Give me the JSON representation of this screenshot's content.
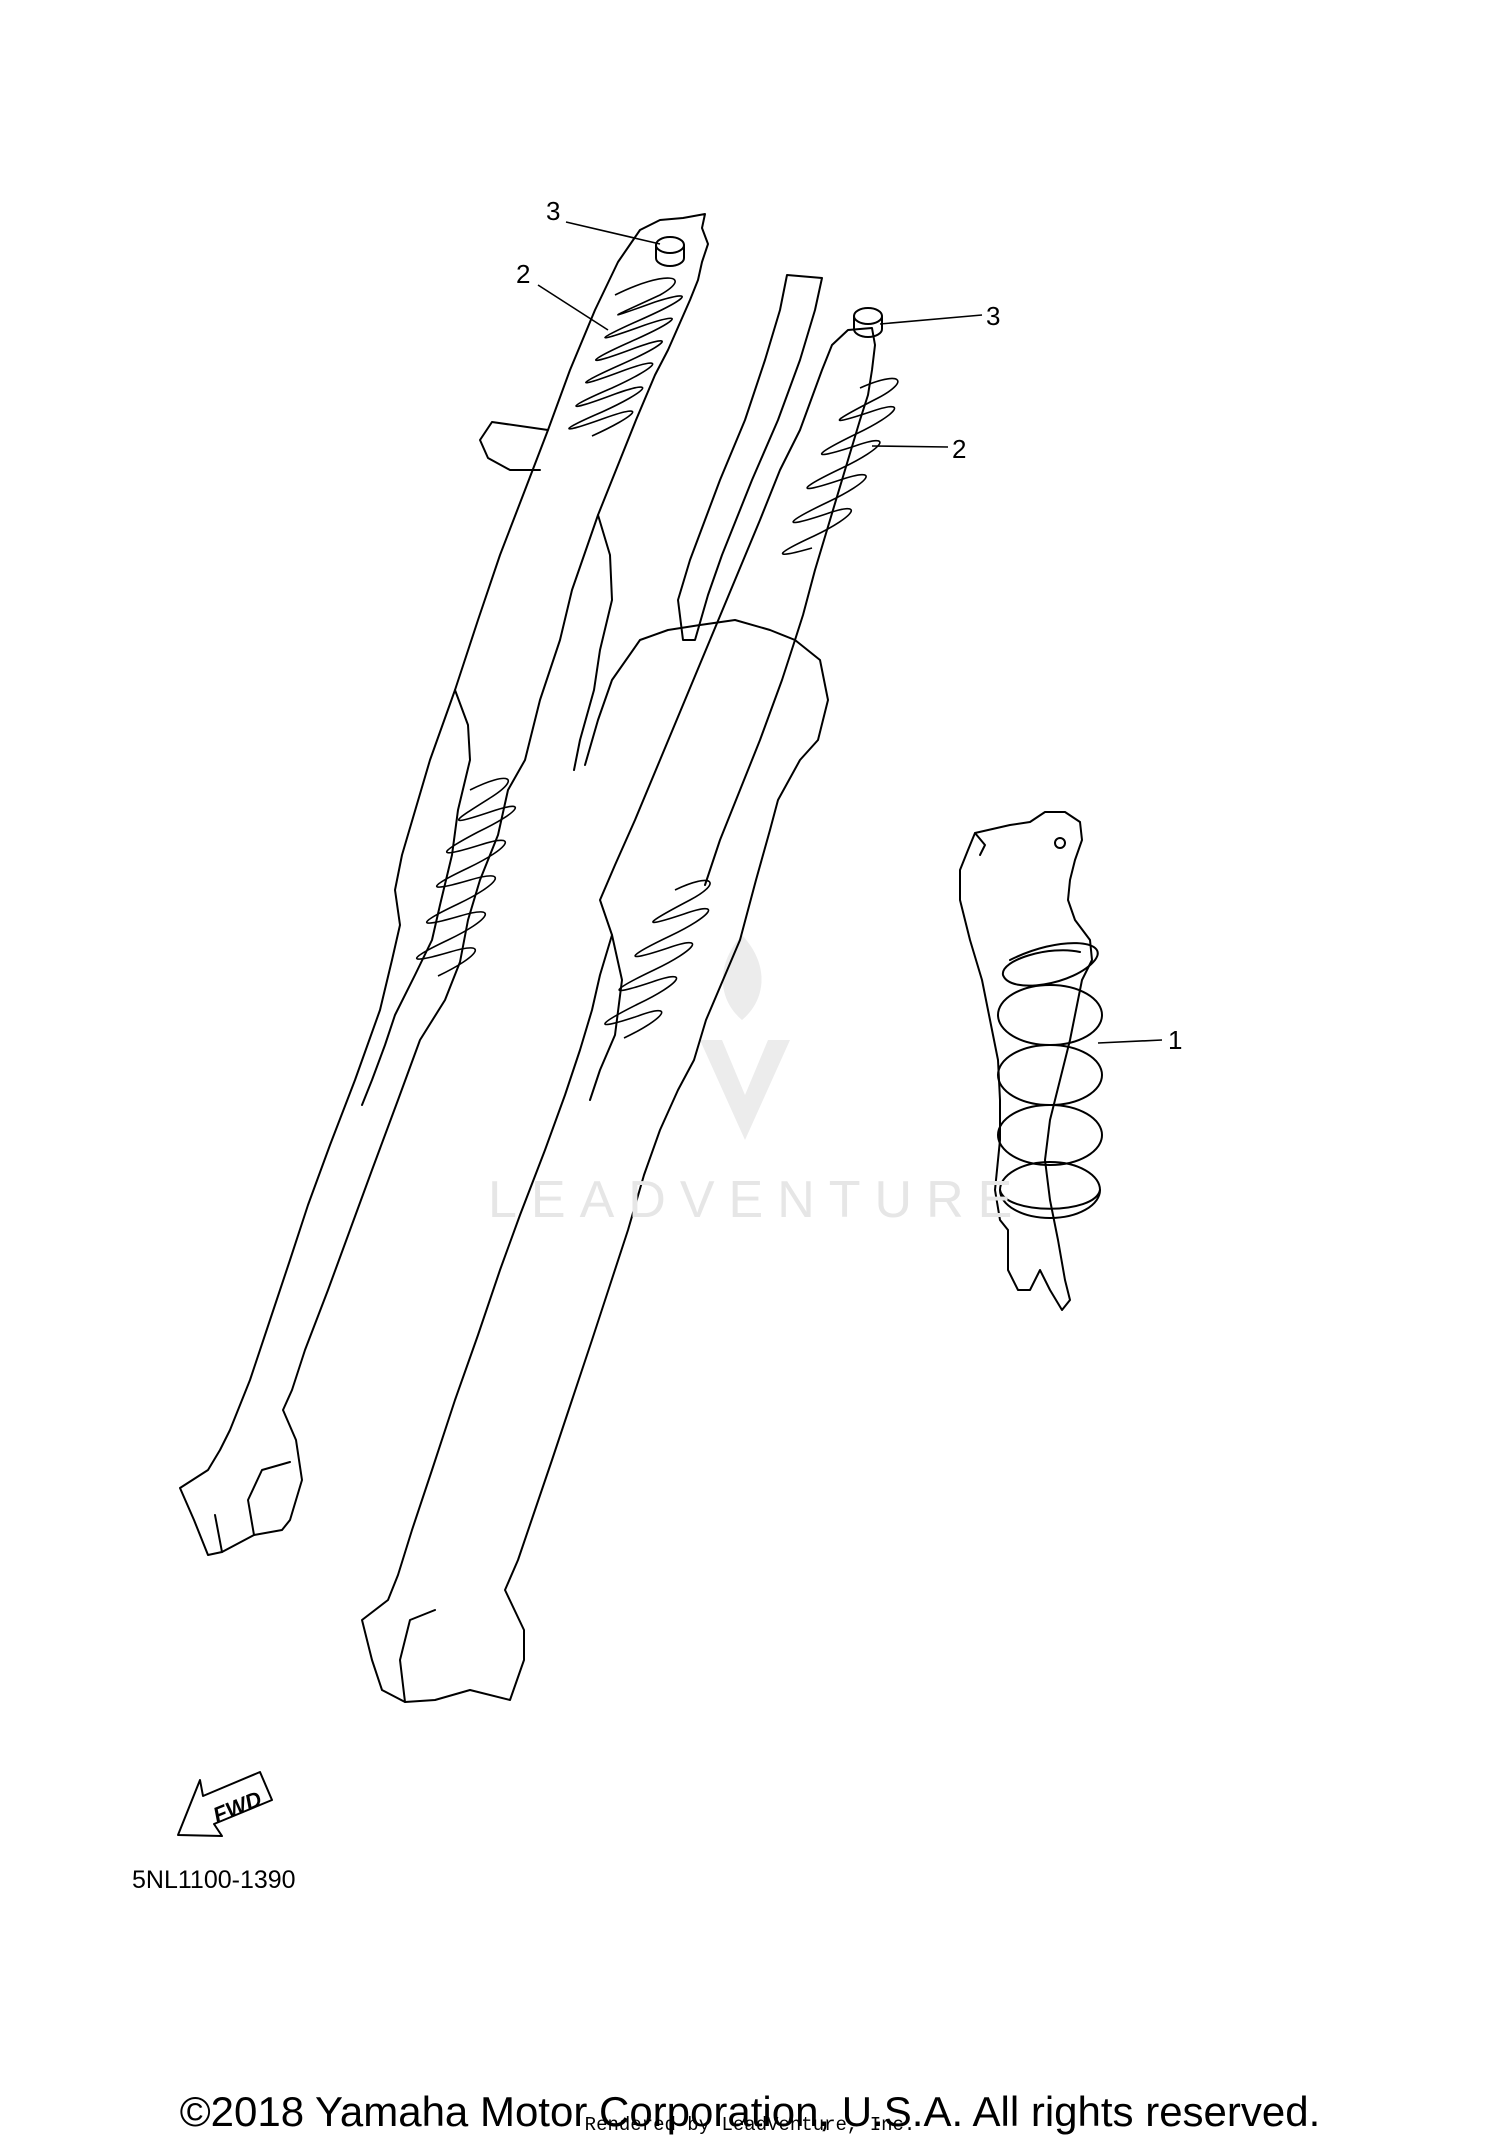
{
  "callouts": [
    {
      "id": "3"
    },
    {
      "id": "2"
    },
    {
      "id": "3"
    },
    {
      "id": "2"
    },
    {
      "id": "1"
    }
  ],
  "fwd_label": "FWD",
  "watermark_text": "LEADVENTURE",
  "diagram_id": "5NL1100-1390",
  "copyright": "©2018 Yamaha Motor Corporation, U.S.A. All rights reserved.",
  "rendered_by": "Rendered by LeadVenture, Inc."
}
